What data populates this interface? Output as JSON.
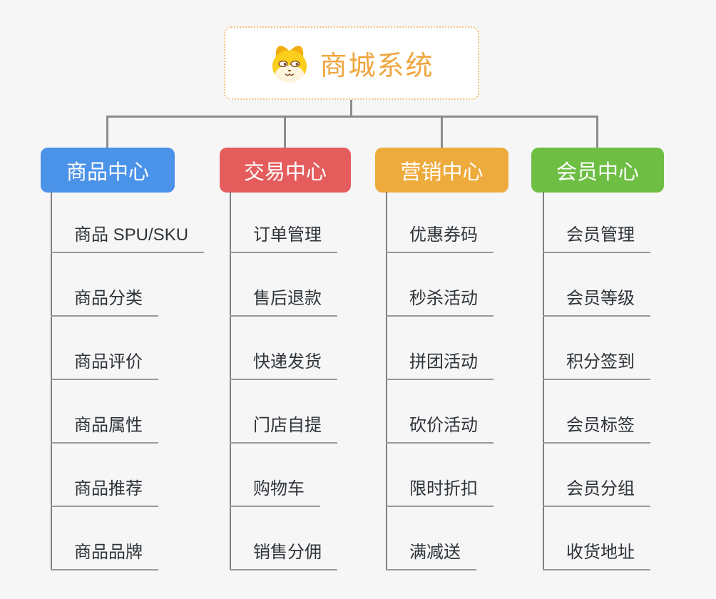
{
  "root": {
    "title": "商城系统",
    "icon": "dog-face-icon"
  },
  "branches": [
    {
      "label": "商品中心",
      "color": "#4b92e9",
      "children": [
        "商品 SPU/SKU",
        "商品分类",
        "商品评价",
        "商品属性",
        "商品推荐",
        "商品品牌"
      ]
    },
    {
      "label": "交易中心",
      "color": "#e45c5c",
      "children": [
        "订单管理",
        "售后退款",
        "快递发货",
        "门店自提",
        "购物车",
        "销售分佣"
      ]
    },
    {
      "label": "营销中心",
      "color": "#eeab3d",
      "children": [
        "优惠券码",
        "秒杀活动",
        "拼团活动",
        "砍价活动",
        "限时折扣",
        "满减送"
      ]
    },
    {
      "label": "会员中心",
      "color": "#6ebe44",
      "children": [
        "会员管理",
        "会员等级",
        "积分签到",
        "会员标签",
        "会员分组",
        "收货地址"
      ]
    }
  ],
  "palette": {
    "background": "#f6f6f7",
    "root_border": "#f0c382",
    "root_text": "#f0a53e",
    "connector_line": "#8a8d90",
    "trunk_line": "#7d8083",
    "underline": "#97999b",
    "item_text": "#2f3438"
  }
}
